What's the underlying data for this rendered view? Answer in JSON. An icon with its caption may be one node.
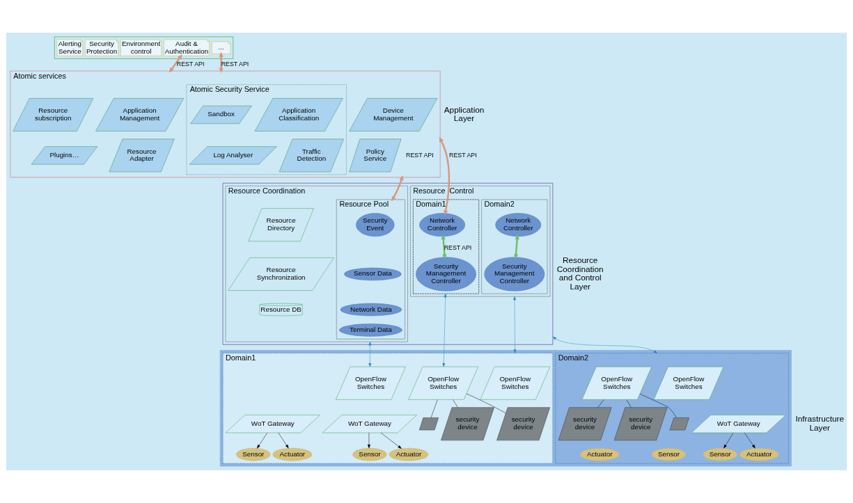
{
  "diagram": {
    "nodes": [
      {
        "text": [],
        "shape": "parallelogram"
      },
      {
        "text": [
          "Alerting Service"
        ],
        "in": 0
      },
      {
        "text": [
          "Audit & Authentication"
        ],
        "in": 0
      },
      {
        "text": [
          "Environment control"
        ],
        "in": 0
      },
      {
        "text": [
          "Security Protection"
        ],
        "in": 0
      },
      {
        "text": [
          "..."
        ],
        "in": 0
      },
      {
        "text": [
          "Atomic services"
        ]
      },
      {
        "text": [
          "Device Management"
        ],
        "in": 6
      },
      {
        "text": [
          "Application Management"
        ],
        "in": 6
      },
      {
        "text": [
          "Resource subscription"
        ],
        "in": 6
      },
      {
        "text": [
          "Policy Service"
        ],
        "in": 6
      },
      {
        "text": [
          "Resource Adapter"
        ],
        "in": 6
      },
      {
        "text": [
          "Plugins…"
        ],
        "in": 6
      },
      {
        "text": [
          "Atomic Security Service"
        ],
        "in": 6
      },
      {
        "text": [
          "Application Classification"
        ],
        "in": 13
      },
      {
        "text": [
          "Sandbox"
        ],
        "in": 13
      },
      {
        "text": [
          "Traffic Detection"
        ],
        "in": 13
      },
      {
        "text": [
          "Log Analyser"
        ],
        "in": 13
      },
      {
        "text": [],
        "shape": "parallelogram"
      },
      {
        "text": [
          "Resource Coordination"
        ],
        "in": 18
      },
      {
        "text": [
          "Resource Pool"
        ],
        "in": 19
      },
      {
        "text": [
          "Security Event"
        ],
        "in": 20
      },
      {
        "text": [
          "Sensor Data"
        ],
        "in": 20
      },
      {
        "text": [
          "Network Data"
        ],
        "in": 20
      },
      {
        "text": [
          "Terminal Data"
        ],
        "in": 20
      },
      {
        "text": [
          "Resource Directory"
        ],
        "in": 19
      },
      {
        "text": [
          "Resource Synchronization"
        ],
        "in": 19
      },
      {
        "text": [
          "Resource DB"
        ],
        "in": 19
      },
      {
        "text": [
          "Resource  Control"
        ],
        "in": 18
      },
      {
        "text": [
          "Domain1"
        ],
        "in": 28
      },
      {
        "text": [
          "Network Controller"
        ],
        "in": 29
      },
      {
        "text": [
          "Security Management Controller"
        ],
        "in": 29
      },
      {
        "text": [
          "Domain2"
        ],
        "in": 28
      },
      {
        "text": [
          "Network Controller"
        ],
        "in": 32
      },
      {
        "text": [
          "Security Management Controller"
        ],
        "in": 32
      },
      {
        "text": [],
        "shape": "parallelogram"
      },
      {
        "text": [
          "Domain1"
        ],
        "in": 35
      },
      {
        "text": [
          "OpenFlow Switches"
        ],
        "in": 36
      },
      {
        "text": [
          "OpenFlow Switches"
        ],
        "in": 36
      },
      {
        "text": [
          "OpenFlow Switches"
        ],
        "in": 36
      },
      {
        "text": [
          "WoT Gateway"
        ],
        "in": 36
      },
      {
        "text": [
          "WoT Gateway"
        ],
        "in": 36
      },
      {
        "text": [
          "Sensor"
        ],
        "in": 36
      },
      {
        "text": [
          "Actuator"
        ],
        "in": 36
      },
      {
        "text": [
          "Sensor"
        ],
        "in": 36
      },
      {
        "text": [
          "Actuator"
        ],
        "in": 36
      },
      {
        "text": [
          "security device"
        ],
        "in": 36
      },
      {
        "text": [
          "security device"
        ],
        "in": 36
      },
      {
        "text": [],
        "shape": "parallelogram",
        "in": 36
      },
      {
        "text": [
          "Domain2"
        ],
        "in": 35
      },
      {
        "text": [
          "OpenFlow Switches"
        ],
        "in": 49
      },
      {
        "text": [
          "WoT Gateway"
        ],
        "in": 49
      },
      {
        "text": [
          "Sensor"
        ],
        "in": 49
      },
      {
        "text": [
          "Actuator"
        ],
        "in": 49
      },
      {
        "text": [
          "Sensor"
        ],
        "in": 49
      },
      {
        "text": [
          "Actuator"
        ],
        "in": 49
      },
      {
        "text": [
          "OpenFlow Switches"
        ],
        "in": 49
      },
      {
        "text": [
          "security device"
        ],
        "in": 49
      },
      {
        "text": [],
        "shape": "parallelogram",
        "in": 49
      },
      {
        "text": [
          "security device"
        ],
        "in": 49
      }
    ],
    "edges": [
      {
        "from": 2,
        "to": 6,
        "arrow": "both",
        "label": "REST API",
        "style": "thick",
        "color": "#d9967a"
      },
      {
        "from": 5,
        "to": 6,
        "arrow": "both",
        "label": "REST API",
        "style": "thick",
        "color": "#d9967a"
      },
      {
        "from": 6,
        "to": 20,
        "arrow": "both",
        "label": "REST API",
        "style": "thick",
        "color": "#d9967a"
      },
      {
        "from": 6,
        "to": 30,
        "arrow": "both",
        "label": "REST API",
        "style": "thick",
        "color": "#d9967a"
      },
      {
        "from": 31,
        "to": 30,
        "arrow": "both",
        "label": "REST API",
        "style": "thick",
        "color": "#6cbf6c"
      },
      {
        "from": 34,
        "to": 33,
        "arrow": "both",
        "style": "thick",
        "color": "#6cbf6c"
      },
      {
        "from": 19,
        "to": 37,
        "arrow": "both",
        "color": "#2e86c1"
      },
      {
        "from": 29,
        "to": 39,
        "arrow": "both",
        "color": "#2e86c1"
      },
      {
        "from": 28,
        "to": 36,
        "arrow": "both",
        "color": "#2e86c1"
      },
      {
        "from": 18,
        "to": 49,
        "arrow": "both",
        "color": "#2e86c1"
      },
      {
        "from": 40,
        "to": 42,
        "arrow": "to"
      },
      {
        "from": 40,
        "to": 43,
        "arrow": "to"
      },
      {
        "from": 41,
        "to": 44,
        "arrow": "to"
      },
      {
        "from": 41,
        "to": 45,
        "arrow": "to"
      },
      {
        "from": 39,
        "to": 46,
        "arrow": "none"
      },
      {
        "from": 39,
        "to": 47,
        "arrow": "none"
      },
      {
        "from": 39,
        "to": 48,
        "arrow": "none"
      },
      {
        "from": 51,
        "to": 54,
        "arrow": "to"
      },
      {
        "from": 51,
        "to": 55,
        "arrow": "to"
      },
      {
        "from": 56,
        "to": 57,
        "arrow": "none"
      },
      {
        "from": 56,
        "to": 58,
        "arrow": "none"
      },
      {
        "from": 56,
        "to": 59,
        "arrow": "none"
      }
    ],
    "labels": [
      "Application Layer",
      "Resource Coordination and Control Layer",
      "Infrastructure Layer"
    ]
  }
}
